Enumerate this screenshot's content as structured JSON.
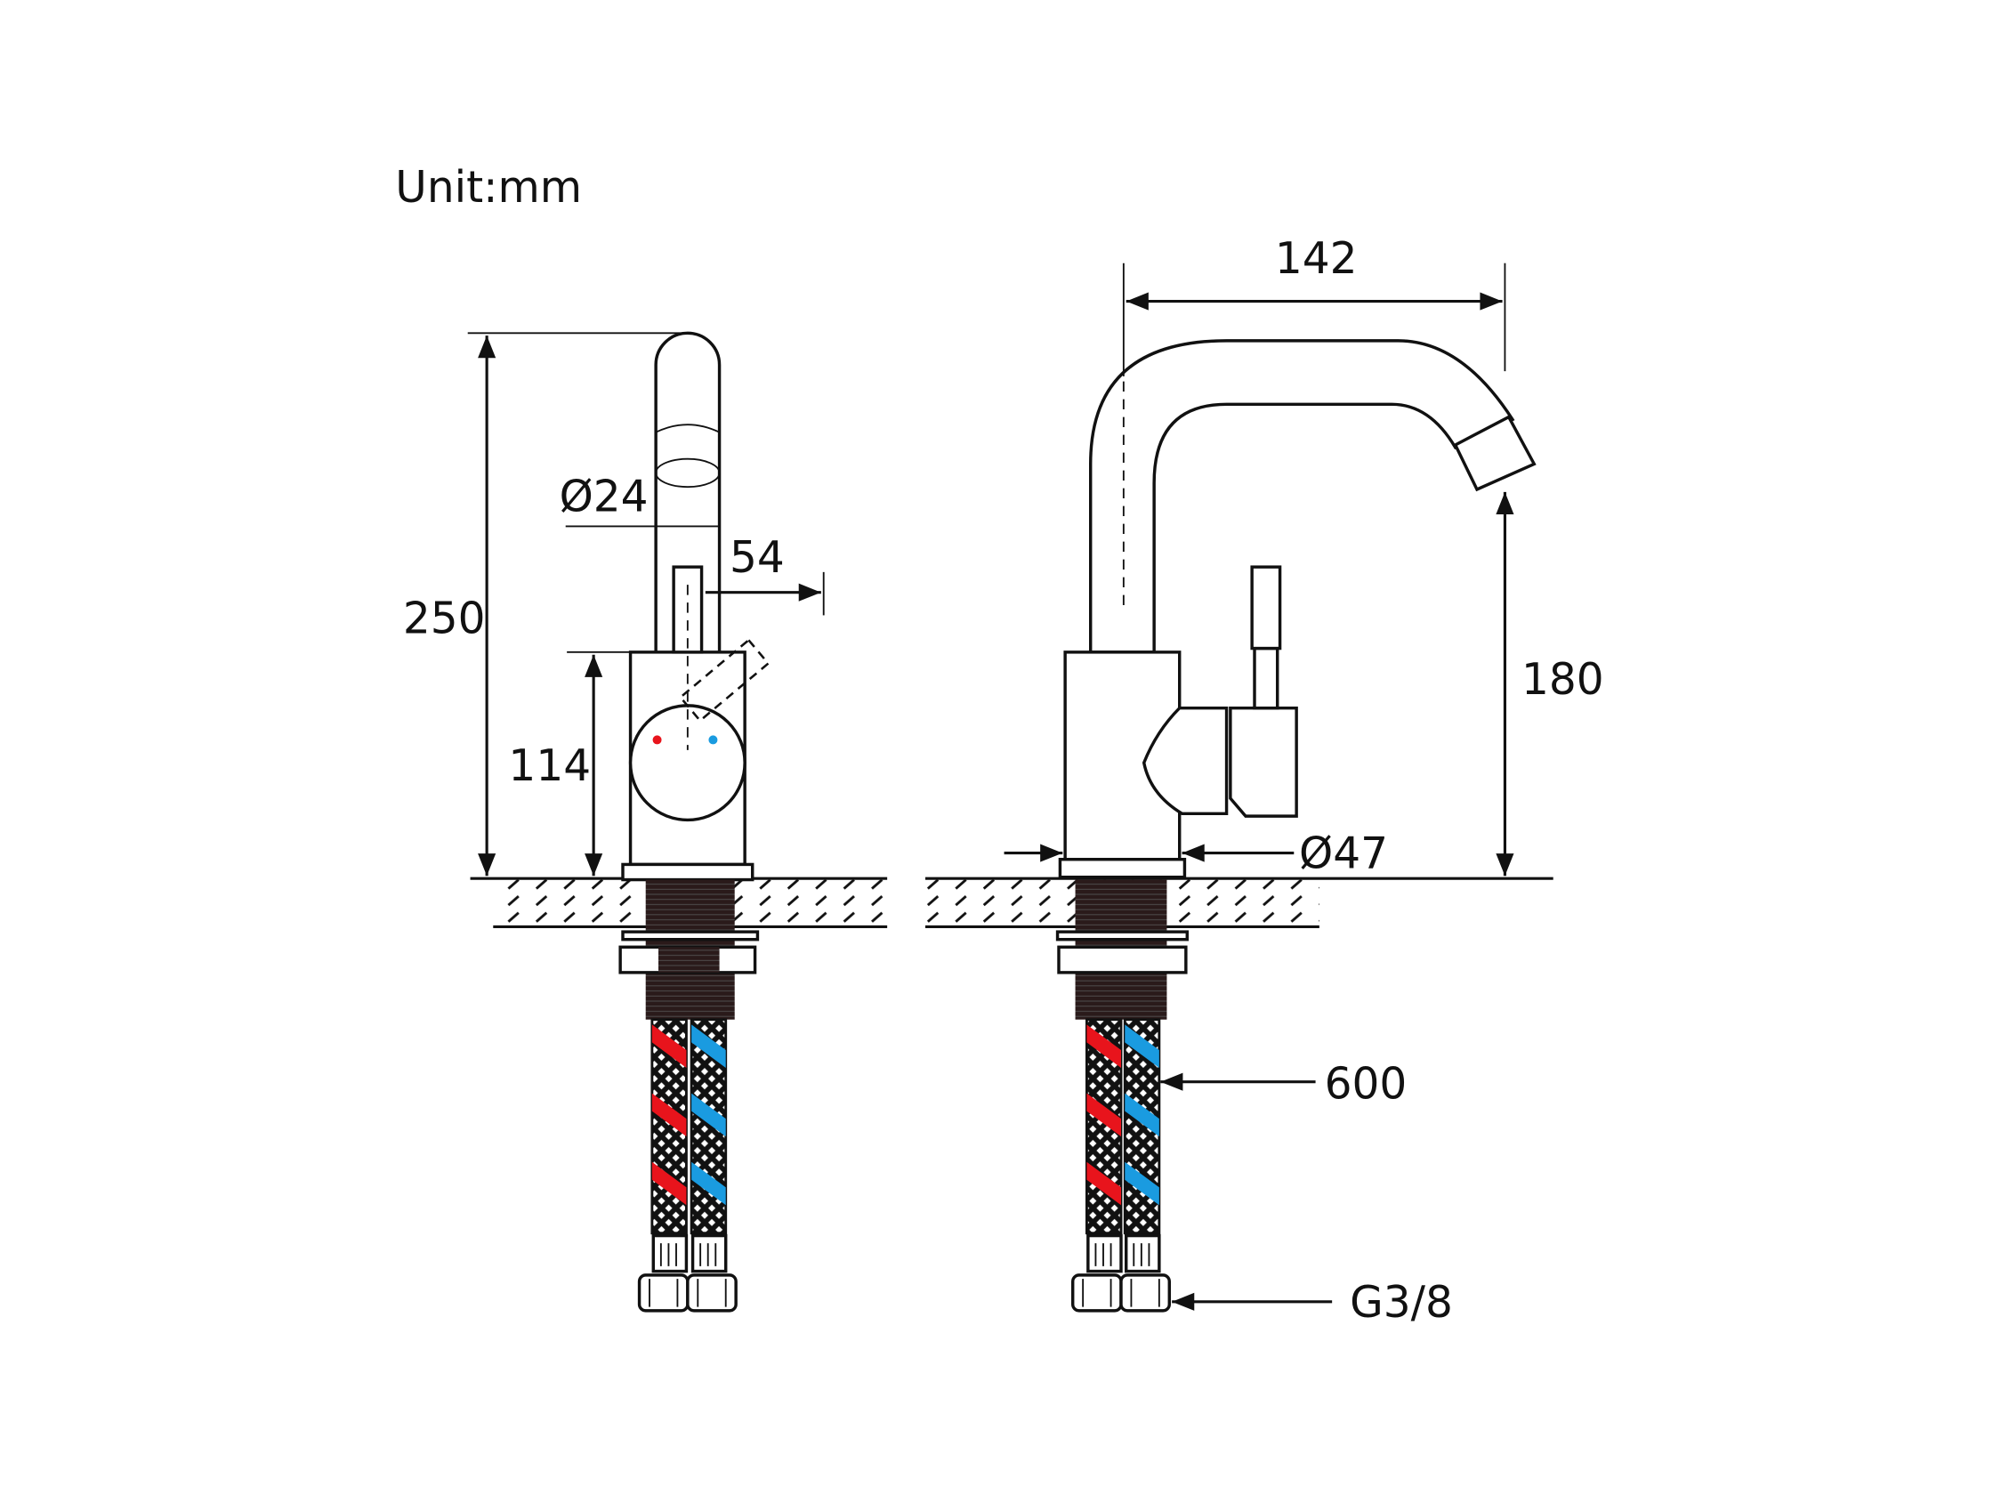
{
  "unit_label": "Unit:mm",
  "dimensions": {
    "height_total": "250",
    "body_height": "114",
    "spout_diameter": "Ø24",
    "handle_swing": "54",
    "spout_reach": "142",
    "spout_height": "180",
    "base_diameter": "Ø47",
    "hose_length": "600",
    "thread": "G3/8"
  },
  "colors": {
    "hot": "#e8141c",
    "cold": "#1a9be0",
    "line": "#111111"
  }
}
